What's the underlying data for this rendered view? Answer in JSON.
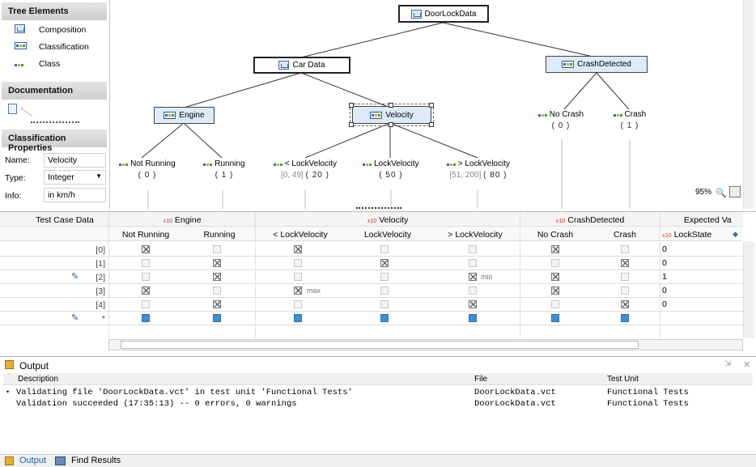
{
  "left_panel": {
    "tree_elements_title": "Tree Elements",
    "tree_elements": [
      {
        "label": "Composition",
        "icon": "composition-icon"
      },
      {
        "label": "Classification",
        "icon": "classification-icon"
      },
      {
        "label": "Class",
        "icon": "class-icon"
      }
    ],
    "documentation_title": "Documentation",
    "classification_title": "Classification Properties",
    "props": {
      "name_label": "Name:",
      "name_value": "Velocity",
      "type_label": "Type:",
      "type_value": "Integer",
      "info_label": "Info:",
      "info_value": "in km/h"
    }
  },
  "tree": {
    "root": "DoorLockData",
    "car_data": "Car Data",
    "crash_detected": "CrashDetected",
    "engine": "Engine",
    "velocity": "Velocity",
    "leaves": [
      {
        "label": "Not Running",
        "sub": "( 0 )"
      },
      {
        "label": "Running",
        "sub": "( 1 )"
      },
      {
        "label": "< LockVelocity",
        "range": "[0, 49]",
        "sub": "( 20 )"
      },
      {
        "label": "LockVelocity",
        "sub": "( 50 )"
      },
      {
        "label": "> LockVelocity",
        "range": "[51, 200]",
        "sub": "( 80 )"
      },
      {
        "label": "No Crash",
        "sub": "( 0 )"
      },
      {
        "label": "Crash",
        "sub": "( 1 )"
      }
    ],
    "zoom": "95%"
  },
  "grid": {
    "test_case_header": "Test Case Data",
    "groups": [
      {
        "label": "Engine"
      },
      {
        "label": "Velocity"
      },
      {
        "label": "CrashDetected"
      },
      {
        "label": "Expected Va"
      }
    ],
    "group_prefix": "±10",
    "columns": [
      "Not Running",
      "Running",
      "< LockVelocity",
      "LockVelocity",
      "> LockVelocity",
      "No Crash",
      "Crash",
      "LockState"
    ],
    "rows": [
      {
        "label": "[0]",
        "checks": [
          1,
          0,
          1,
          0,
          0,
          1,
          0
        ],
        "value": "0"
      },
      {
        "label": "[1]",
        "checks": [
          0,
          1,
          0,
          1,
          0,
          0,
          1
        ],
        "value": "0"
      },
      {
        "label": "[2]",
        "checks": [
          0,
          1,
          0,
          0,
          1,
          1,
          0
        ],
        "value": "1",
        "note": "min"
      },
      {
        "label": "[3]",
        "checks": [
          1,
          0,
          1,
          0,
          0,
          1,
          0
        ],
        "value": "0",
        "note": "max"
      },
      {
        "label": "[4]",
        "checks": [
          0,
          1,
          0,
          0,
          1,
          0,
          1
        ],
        "value": "0"
      },
      {
        "label": "*"
      }
    ]
  },
  "output": {
    "title": "Output",
    "col_description": "Description",
    "col_file": "File",
    "col_unit": "Test Unit",
    "lines": [
      {
        "desc": "Validating file 'DoorLockData.vct' in test unit 'Functional Tests'",
        "file": "DoorLockData.vct",
        "unit": "Functional Tests"
      },
      {
        "desc": "Validation succeeded (17:35:13) -- 0 errors, 0 warnings",
        "file": "DoorLockData.vct",
        "unit": "Functional Tests"
      }
    ]
  },
  "tabs": {
    "output": "Output",
    "find": "Find Results"
  },
  "colors": {
    "accent": "#3b8fd4",
    "class_fill": "#dcebf7"
  }
}
